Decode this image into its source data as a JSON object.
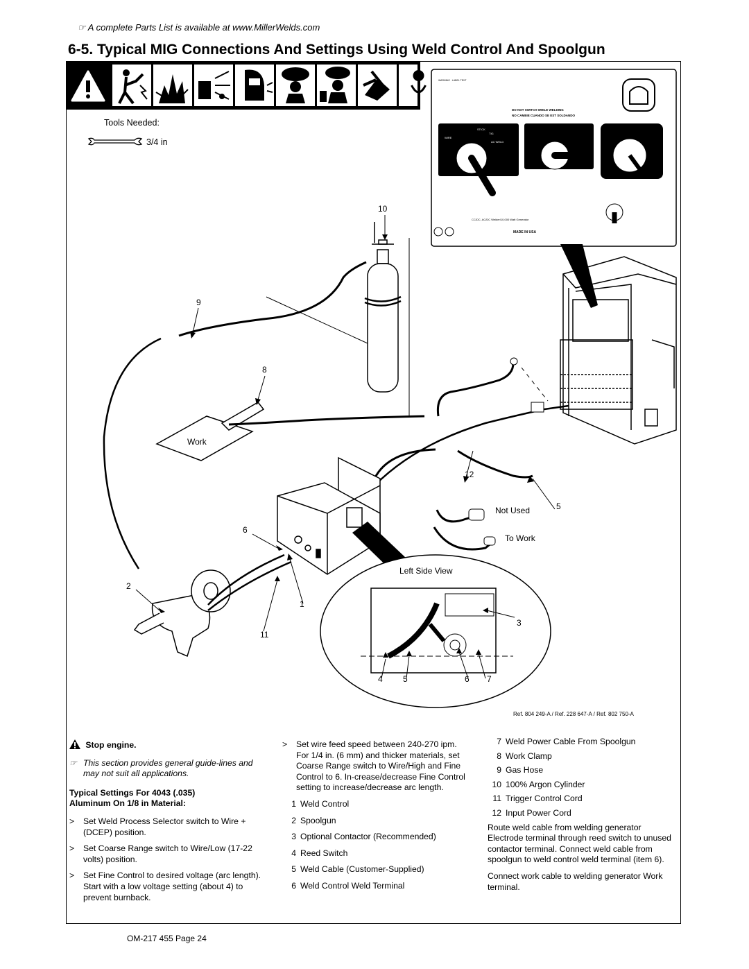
{
  "header_note": "A complete Parts List is available at www.MillerWelds.com",
  "title": "6-5.   Typical MIG Connections And Settings Using Weld Control And Spoolgun",
  "tools_needed": "Tools Needed:",
  "wrench_size": "3/4 in",
  "panel_labels": {
    "stick": "STICK",
    "tig": "TIG",
    "wire": "WIRE",
    "ac_weld": "AC WELD",
    "do_not_switch": "DO NOT SWITCH WHILE WELDING",
    "no_cambie": "NO CAMBIE CUANDO SE EST  SOLDANDO",
    "made_in": "MADE IN USA",
    "generator": "CC/DC, AC/DC Welder/10,000 Watt Generator"
  },
  "callouts": {
    "c10": "10",
    "c9": "9",
    "c8": "8",
    "c12": "12",
    "c5": "5",
    "c6": "6",
    "c2": "2",
    "c1": "1",
    "c11": "11",
    "c3": "3",
    "c4": "4",
    "c5b": "5",
    "c6b": "6",
    "c7": "7"
  },
  "labels": {
    "work": "Work",
    "not_used": "Not Used",
    "to_work": "To Work",
    "left_side_view": "Left Side View"
  },
  "ref": "Ref. 804 249-A / Ref. 228 647-A / Ref. 802 750-A",
  "col1": {
    "stop": "Stop engine.",
    "note": "This section provides general guide-lines and may not suit all applications.",
    "settings_title_1": "Typical  Settings For 4043 (.035)",
    "settings_title_2": "Aluminum On 1/8 in Material:",
    "bullets": [
      "Set Weld Process Selector switch to Wire +  (DCEP) position.",
      "Set Coarse Range switch to Wire/Low (17-22 volts) position.",
      "Set Fine Control to desired voltage (arc length). Start with a low voltage setting (about 4) to prevent burnback."
    ]
  },
  "col2": {
    "bullet": "Set wire feed speed between 240-270 ipm. For 1/4 in. (6 mm) and thicker materials, set Coarse Range switch to Wire/High and Fine Control to 6. In-crease/decrease Fine Control setting to increase/decrease arc length.",
    "items": [
      {
        "n": "1",
        "t": "Weld Control"
      },
      {
        "n": "2",
        "t": "Spoolgun"
      },
      {
        "n": "3",
        "t": "Optional Contactor (Recommended)"
      },
      {
        "n": "4",
        "t": "Reed Switch"
      },
      {
        "n": "5",
        "t": "Weld Cable (Customer-Supplied)"
      },
      {
        "n": "6",
        "t": "Weld Control Weld Terminal"
      }
    ]
  },
  "col3": {
    "items": [
      {
        "n": "7",
        "t": "Weld Power Cable From Spoolgun"
      },
      {
        "n": "8",
        "t": "Work Clamp"
      },
      {
        "n": "9",
        "t": "Gas Hose"
      },
      {
        "n": "10",
        "t": "100% Argon Cylinder"
      },
      {
        "n": "11",
        "t": "Trigger Control Cord"
      },
      {
        "n": "12",
        "t": "Input Power Cord"
      }
    ],
    "para1": "Route weld cable from welding generator Electrode terminal through reed switch to unused contactor terminal. Connect weld cable from spoolgun to weld control weld terminal (item 6).",
    "para2": "Connect work cable to welding generator Work terminal."
  },
  "footer": "OM-217 455 Page 24"
}
